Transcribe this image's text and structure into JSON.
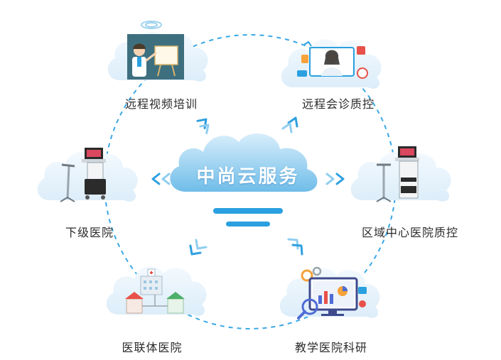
{
  "center": {
    "title": "中尚云服务"
  },
  "nodes": {
    "training": {
      "label": "远程视频培训",
      "icon": "doctor-teaching-icon"
    },
    "consult": {
      "label": "远程会诊质控",
      "icon": "remote-consultation-icon"
    },
    "lower": {
      "label": "下级医院",
      "icon": "endoscopy-cart-icon"
    },
    "regional": {
      "label": "区域中心医院质控",
      "icon": "endoscopy-workstation-icon"
    },
    "alliance": {
      "label": "医联体医院",
      "icon": "hospital-buildings-icon"
    },
    "research": {
      "label": "教学医院科研",
      "icon": "data-analysis-monitor-icon"
    }
  },
  "colors": {
    "primary": "#2aa0e0",
    "cloud_fill": "#eaf5fc",
    "dashed_ring": "#3aa8e6",
    "arrow": "#2f9fe0"
  }
}
